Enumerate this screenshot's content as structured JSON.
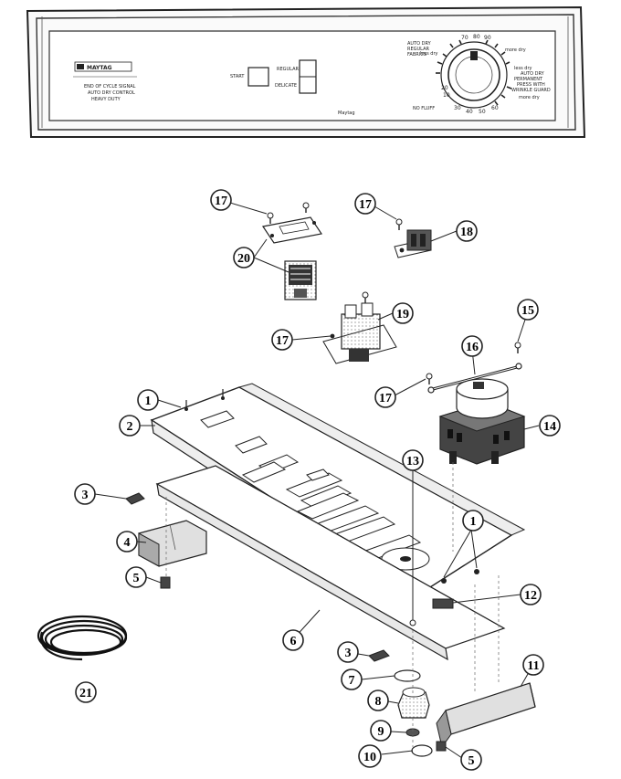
{
  "panel": {
    "brand": "MAYTAG",
    "left_text_1": "END OF CYCLE SIGNAL",
    "left_text_2": "AUTO DRY CONTROL",
    "left_text_3": "HEAVY DUTY",
    "start_label": "START",
    "regular_label": "REGULAR",
    "delicate_label": "DELICATE",
    "model_text": "Maytag",
    "auto_dry_text_1": "AUTO DRY",
    "auto_dry_text_2": "REGULAR",
    "auto_dry_text_3": "FABRICS",
    "auto_dry_right_1": "AUTO DRY",
    "auto_dry_right_2": "PERMANENT",
    "auto_dry_right_3": "PRESS WITH",
    "auto_dry_right_4": "WRINKLE GUARD",
    "no_fluff_label": "NO FLUFF",
    "dial_labels": [
      "less dry",
      "more dry",
      "less dry",
      "more dry"
    ],
    "dial_numbers": [
      "10",
      "20",
      "30",
      "40",
      "50",
      "60",
      "70",
      "80",
      "90"
    ]
  },
  "callouts": [
    {
      "id": "c17a",
      "text": "17"
    },
    {
      "id": "c17b",
      "text": "17"
    },
    {
      "id": "c18",
      "text": "18"
    },
    {
      "id": "c20",
      "text": "20"
    },
    {
      "id": "c19",
      "text": "19"
    },
    {
      "id": "c17c",
      "text": "17"
    },
    {
      "id": "c15",
      "text": "15"
    },
    {
      "id": "c16",
      "text": "16"
    },
    {
      "id": "c17d",
      "text": "17"
    },
    {
      "id": "c1a",
      "text": "1"
    },
    {
      "id": "c2",
      "text": "2"
    },
    {
      "id": "c14",
      "text": "14"
    },
    {
      "id": "c13",
      "text": "13"
    },
    {
      "id": "c3a",
      "text": "3"
    },
    {
      "id": "c1b",
      "text": "1"
    },
    {
      "id": "c4",
      "text": "4"
    },
    {
      "id": "c5a",
      "text": "5"
    },
    {
      "id": "c12",
      "text": "12"
    },
    {
      "id": "c6",
      "text": "6"
    },
    {
      "id": "c3b",
      "text": "3"
    },
    {
      "id": "c21",
      "text": "21"
    },
    {
      "id": "c7",
      "text": "7"
    },
    {
      "id": "c11",
      "text": "11"
    },
    {
      "id": "c8",
      "text": "8"
    },
    {
      "id": "c9",
      "text": "9"
    },
    {
      "id": "c10",
      "text": "10"
    },
    {
      "id": "c5b",
      "text": "5"
    }
  ]
}
